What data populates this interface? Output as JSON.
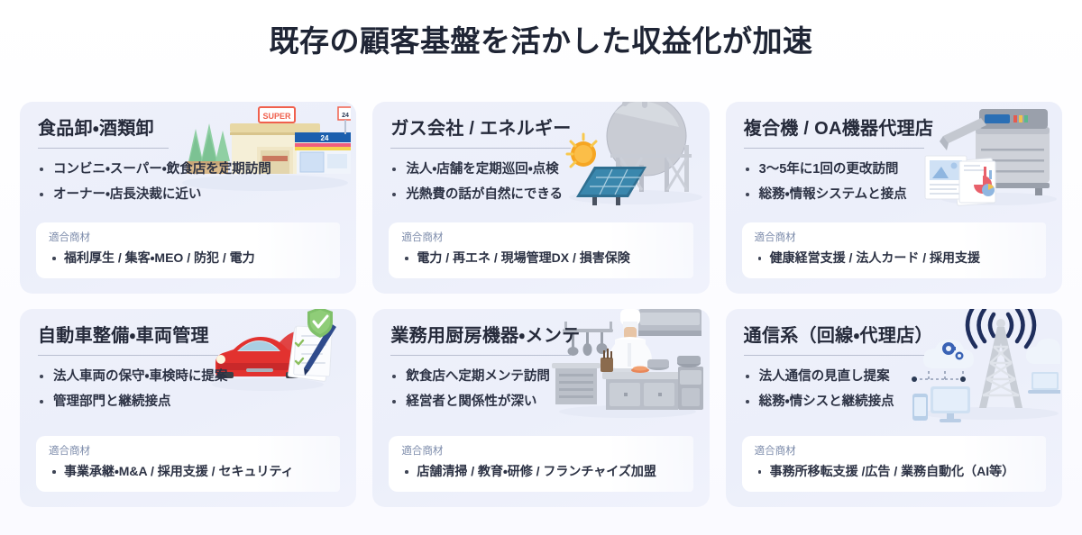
{
  "header": {
    "title": "既存の顧客基盤を活かした収益化が加速"
  },
  "labels": {
    "fit_label": "適合商材"
  },
  "colors": {
    "title_text": "#1f2535",
    "card_bg": "#eef0fa",
    "card_title_text": "#252a3a",
    "bullet_text": "#2c3244",
    "fit_label_text": "#7d8cab",
    "fit_box_bg": "#ffffff",
    "rule": "#b9bfd0",
    "page_bg": "#ffffff"
  },
  "cards": [
    {
      "id": "food-liquor-wholesale",
      "title": "食品卸・酒類卸",
      "illustration": "supermarket-storefront-icon",
      "bullets": [
        "コンビニ・スーパー・飲食店を定期訪問",
        "オーナー・店長決裁に近い"
      ],
      "fit_label": "適合商材",
      "fit_items": "福利厚生 / 集客・MEO / 防犯 / 電力"
    },
    {
      "id": "gas-energy",
      "title": "ガス会社 / エネルギー",
      "illustration": "gas-tank-solar-panel-icon",
      "bullets": [
        "法人・店舗を定期巡回・点検",
        "光熱費の話が自然にできる"
      ],
      "fit_label": "適合商材",
      "fit_items": "電力 / 再エネ / 現場管理DX / 損害保険"
    },
    {
      "id": "mfp-oa-dealer",
      "title": "複合機 / OA機器代理店",
      "illustration": "copier-printer-documents-icon",
      "bullets": [
        "3〜5年に1回の更改訪問",
        "総務・情報システムと接点"
      ],
      "fit_label": "適合商材",
      "fit_items": "健康経営支援 / 法人カード / 採用支援"
    },
    {
      "id": "auto-maintenance-fleet",
      "title": "自動車整備・車両管理",
      "illustration": "red-car-checklist-shield-icon",
      "bullets": [
        "法人車両の保守・車検時に提案",
        "管理部門と継続接点"
      ],
      "fit_label": "適合商材",
      "fit_items": "事業承継・M&A / 採用支援 / セキュリティ"
    },
    {
      "id": "commercial-kitchen-maintenance",
      "title": "業務用厨房機器・メンテ",
      "illustration": "chef-commercial-kitchen-icon",
      "bullets": [
        "飲食店へ定期メンテ訪問",
        "経営者と関係性が深い"
      ],
      "fit_label": "適合商材",
      "fit_items": "店舗清掃 / 教育・研修 / フランチャイズ加盟"
    },
    {
      "id": "telecom-line-agency",
      "title": "通信系（回線・代理店）",
      "illustration": "telecom-tower-devices-icon",
      "bullets": [
        "法人通信の見直し提案",
        "総務・情シスと継続接点"
      ],
      "fit_label": "適合商材",
      "fit_items": "事務所移転支援 /広告 / 業務自動化（AI等）"
    }
  ]
}
